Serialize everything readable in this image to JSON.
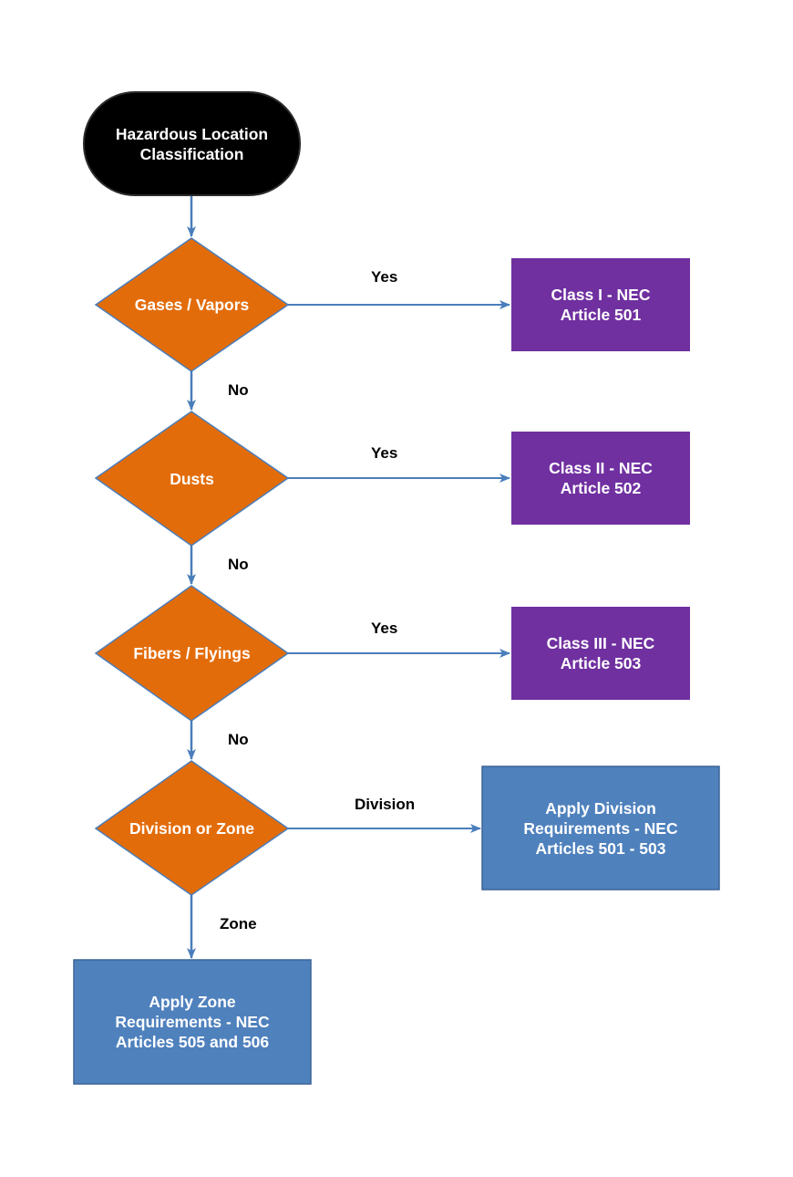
{
  "colors": {
    "start_fill": "#000000",
    "decision_fill": "#e36c0a",
    "class_fill": "#7030a0",
    "requirement_fill": "#4f81bd",
    "connector": "#4a7ebb"
  },
  "nodes": {
    "start": {
      "label": "Hazardous Location\nClassification"
    },
    "gases": {
      "label": "Gases / Vapors"
    },
    "dusts": {
      "label": "Dusts"
    },
    "fibers": {
      "label": "Fibers / Flyings"
    },
    "division_zone": {
      "label": "Division or Zone"
    },
    "class1": {
      "label": "Class I - NEC\nArticle 501"
    },
    "class2": {
      "label": "Class II - NEC\nArticle 502"
    },
    "class3": {
      "label": "Class III - NEC\nArticle 503"
    },
    "division_req": {
      "label": "Apply Division\nRequirements - NEC\nArticles 501 - 503"
    },
    "zone_req": {
      "label": "Apply Zone\nRequirements - NEC\nArticles 505 and 506"
    }
  },
  "edges": {
    "gases_yes": "Yes",
    "gases_no": "No",
    "dusts_yes": "Yes",
    "dusts_no": "No",
    "fibers_yes": "Yes",
    "fibers_no": "No",
    "division": "Division",
    "zone": "Zone"
  }
}
